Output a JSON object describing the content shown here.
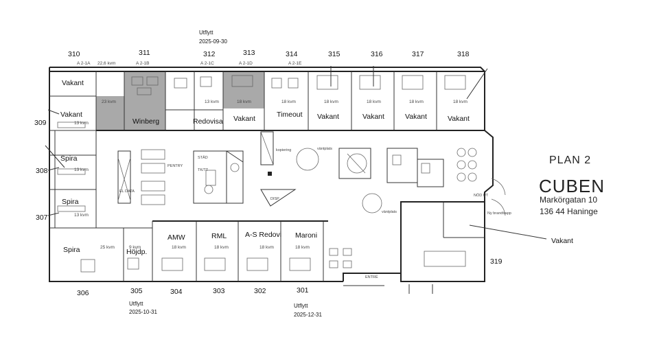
{
  "building": {
    "plan_label": "PLAN 2",
    "name": "CUBEN",
    "address_line1": "Markörgatan 10",
    "address_line2": "136 44 Haninge"
  },
  "notes": {
    "n313_status": "Utflytt",
    "n313_date": "2025-09-30",
    "n305_status": "Utflytt",
    "n305_date": "2025-10-31",
    "n301_status": "Utflytt",
    "n301_date": "2025-12-31"
  },
  "top_numbers": [
    "310",
    "311",
    "312",
    "313",
    "314",
    "315",
    "316",
    "317",
    "318"
  ],
  "side_numbers": {
    "r309": "309",
    "r308": "308",
    "r307": "307",
    "r319": "319"
  },
  "bottom_numbers": [
    "306",
    "305",
    "304",
    "303",
    "302",
    "301"
  ],
  "zone_codes": {
    "a21a": "A 2-1A",
    "a21b": "A 2-1B",
    "a21c": "A 2-1C",
    "a21d": "A 2-1D",
    "a21e": "A 2-1E"
  },
  "areas": {
    "r310": "22,6 kvm",
    "r311": "23 kvm",
    "r312": "13 kvm",
    "r313": "18 kvm",
    "r314": "18 kvm",
    "r315": "18 kvm",
    "r316": "18 kvm",
    "r317": "18 kvm",
    "r318": "18 kvm",
    "r309": "13 kvm",
    "r308": "13 kvm",
    "r307": "13 kvm",
    "r306": "25 kvm",
    "r305": "9 kvm",
    "r304": "18 kvm",
    "r303": "18 kvm",
    "r302": "18 kvm",
    "r301": "18 kvm"
  },
  "tenants": {
    "r310": "Vakant",
    "r311": "Winberg",
    "r312": "Redovisa",
    "r313": "Vakant",
    "r314": "Timeout",
    "r315": "Vakant",
    "r316": "Vakant",
    "r317": "Vakant",
    "r318": "Vakant",
    "r309": "Vakant",
    "r308": "Spira",
    "r307": "Spira",
    "r306": "Spira",
    "r305": "Höjdp.",
    "r304": "AMW",
    "r303": "RML",
    "r302": "A-S Redovi",
    "r301": "Maroni",
    "r319": "Vakant"
  },
  "misc_labels": {
    "stad": "STÄD",
    "pentry": "PENTRY",
    "tktt": "TK/TT",
    "el_data": "EL DATA",
    "disp": "DISP",
    "entre": "ENTRÉ",
    "nodut": "NÖD UT",
    "kopiering": "kopiering",
    "vantplats": "väntplats",
    "ny_brandtrapp": "Ny brandtrapp"
  }
}
